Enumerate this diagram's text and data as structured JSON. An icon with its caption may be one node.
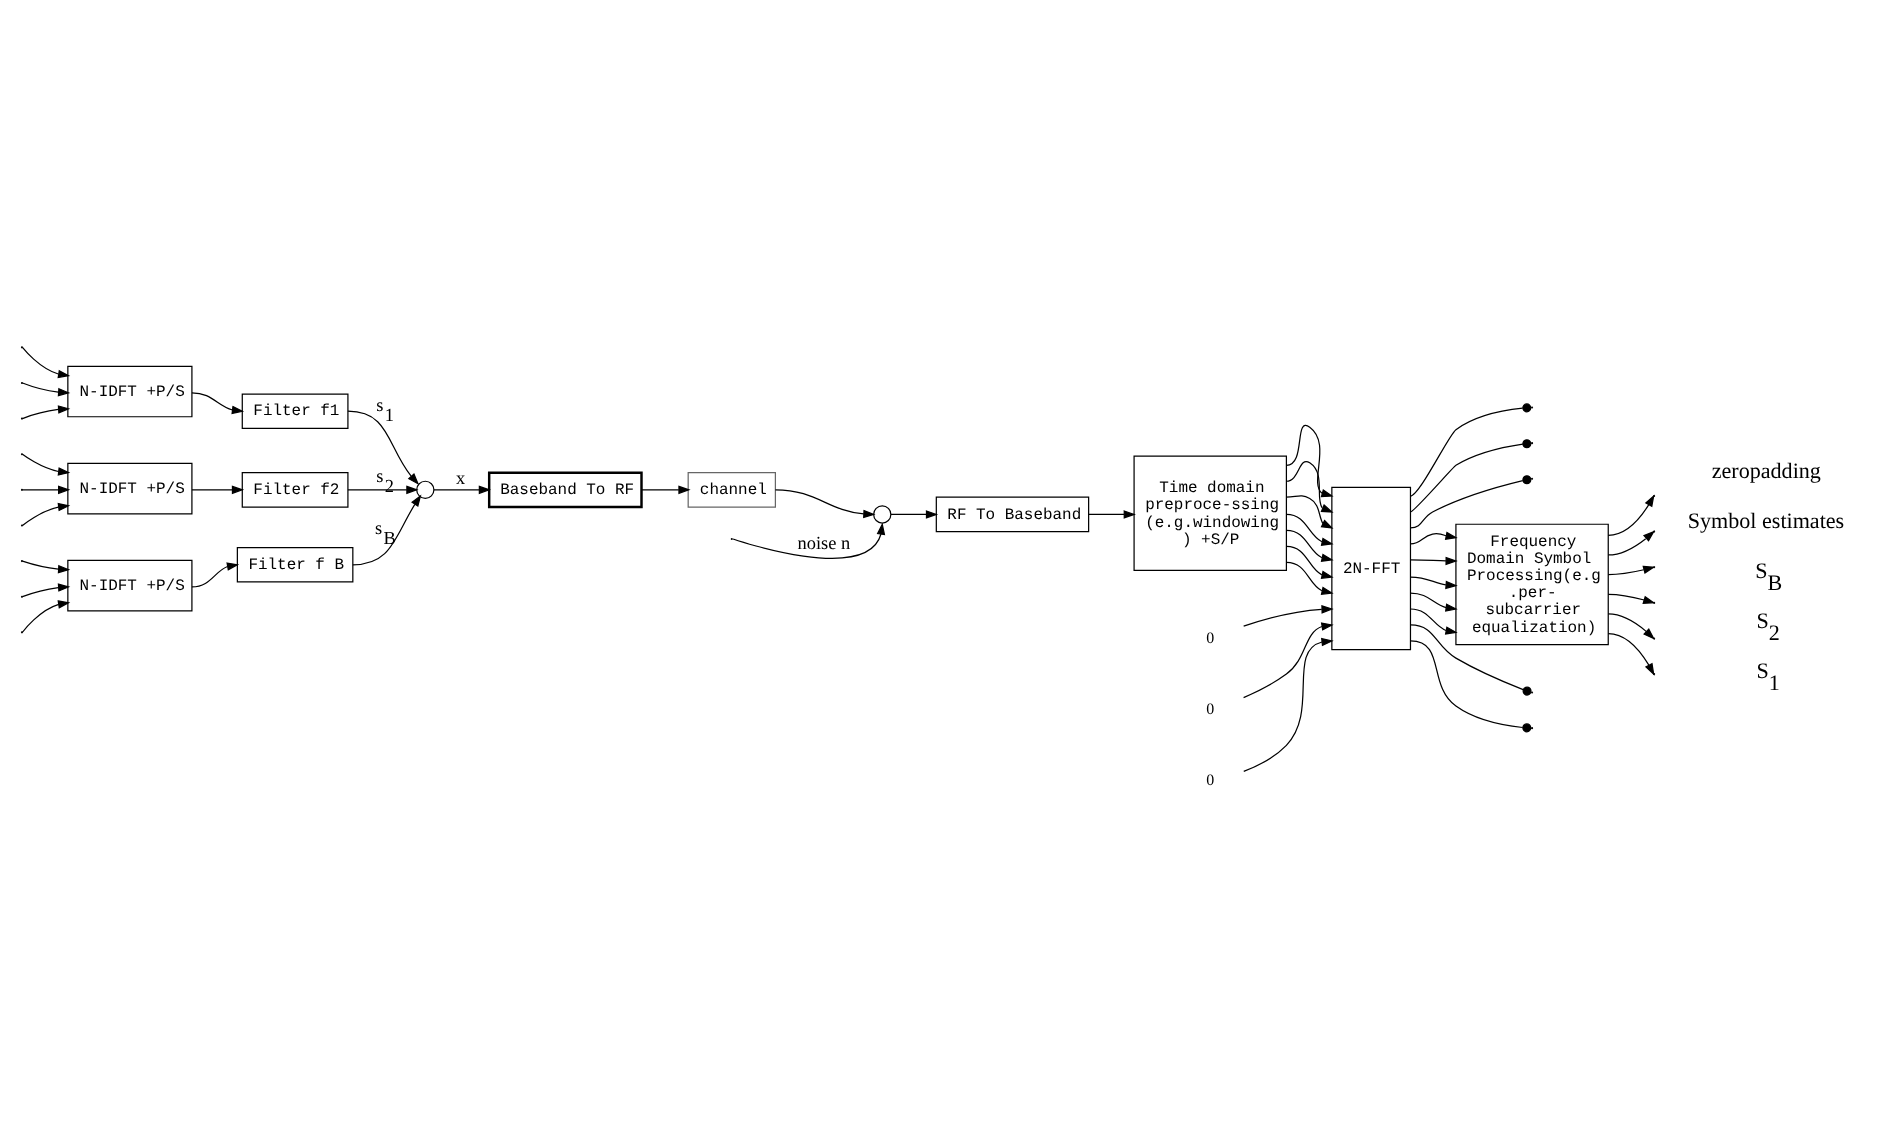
{
  "diagram": {
    "nodes": [
      {
        "text": [
          "N-IDFT +P/S"
        ]
      },
      {
        "text": [
          "N-IDFT +P/S"
        ]
      },
      {
        "text": [
          "N-IDFT +P/S"
        ]
      },
      {
        "text": [
          "Filter f1"
        ]
      },
      {
        "text": [
          "Filter f2"
        ]
      },
      {
        "text": [
          "Filter f B"
        ]
      },
      {
        "text": [],
        "shape": "circle"
      },
      {
        "text": [
          "Baseband To RF"
        ]
      },
      {
        "text": [
          "channel"
        ]
      },
      {
        "text": [],
        "shape": "circle"
      },
      {
        "text": [
          "RF To Baseband"
        ]
      },
      {
        "text": [
          "Time domain preproce-ssing(e.g.windowing) +S/P"
        ]
      },
      {
        "text": [
          "2N-FFT"
        ]
      },
      {
        "text": [
          "Frequency Domain Symbol Processing(e.g.per-subcarrier equalization)"
        ]
      },
      {
        "text": [
          "0"
        ]
      },
      {
        "text": [
          "0"
        ]
      },
      {
        "text": [
          "0"
        ]
      }
    ],
    "edges": [
      {
        "from": null,
        "to": 0,
        "arrow": "to"
      },
      {
        "from": null,
        "to": 0,
        "arrow": "to"
      },
      {
        "from": null,
        "to": 0,
        "arrow": "to"
      },
      {
        "from": null,
        "to": 1,
        "arrow": "to"
      },
      {
        "from": null,
        "to": 1,
        "arrow": "to"
      },
      {
        "from": null,
        "to": 1,
        "arrow": "to"
      },
      {
        "from": null,
        "to": 2,
        "arrow": "to"
      },
      {
        "from": null,
        "to": 2,
        "arrow": "to"
      },
      {
        "from": null,
        "to": 2,
        "arrow": "to"
      },
      {
        "from": 0,
        "to": 3,
        "arrow": "to"
      },
      {
        "from": 1,
        "to": 4,
        "arrow": "to"
      },
      {
        "from": 2,
        "to": 5,
        "arrow": "to"
      },
      {
        "from": 3,
        "to": 6,
        "arrow": "to",
        "label": "s$_{1}$"
      },
      {
        "from": 4,
        "to": 6,
        "arrow": "to",
        "label": "s$_{2}$"
      },
      {
        "from": 5,
        "to": 6,
        "arrow": "to",
        "label": "s$_{B}$"
      },
      {
        "from": 6,
        "to": 7,
        "arrow": "to",
        "label": "x"
      },
      {
        "from": 7,
        "to": 8,
        "arrow": "to"
      },
      {
        "from": 8,
        "to": 9,
        "arrow": "to"
      },
      {
        "from": null,
        "to": 9,
        "arrow": "to",
        "label": "noise n"
      },
      {
        "from": 9,
        "to": 10,
        "arrow": "to"
      },
      {
        "from": 10,
        "to": 11,
        "arrow": "to"
      },
      {
        "from": 11,
        "to": 12,
        "arrow": "to"
      },
      {
        "from": 11,
        "to": 12,
        "arrow": "to"
      },
      {
        "from": 11,
        "to": 12,
        "arrow": "to"
      },
      {
        "from": 11,
        "to": 12,
        "arrow": "to"
      },
      {
        "from": 11,
        "to": 12,
        "arrow": "to"
      },
      {
        "from": 11,
        "to": 12,
        "arrow": "to"
      },
      {
        "from": 11,
        "to": 12,
        "arrow": "to"
      },
      {
        "from": 14,
        "to": 12,
        "arrow": "to"
      },
      {
        "from": 15,
        "to": 12,
        "arrow": "to"
      },
      {
        "from": 16,
        "to": 12,
        "arrow": "to"
      },
      {
        "from": 12,
        "to": 13,
        "arrow": "to"
      },
      {
        "from": 12,
        "to": null,
        "arrow": "other"
      },
      {
        "from": 12,
        "to": 13,
        "arrow": "to"
      },
      {
        "from": 12,
        "to": null,
        "arrow": "other"
      },
      {
        "from": 12,
        "to": 13,
        "arrow": "to"
      },
      {
        "from": 12,
        "to": null,
        "arrow": "other"
      },
      {
        "from": 12,
        "to": 13,
        "arrow": "to"
      },
      {
        "from": 12,
        "to": null,
        "arrow": "other"
      },
      {
        "from": 12,
        "to": 13,
        "arrow": "to"
      },
      {
        "from": 12,
        "to": null,
        "arrow": "other"
      },
      {
        "from": 13,
        "to": null,
        "arrow": "to"
      },
      {
        "from": 13,
        "to": null,
        "arrow": "to"
      },
      {
        "from": 13,
        "to": null,
        "arrow": "to"
      },
      {
        "from": 13,
        "to": null,
        "arrow": "to"
      },
      {
        "from": 13,
        "to": null,
        "arrow": "to"
      },
      {
        "from": 13,
        "to": null,
        "arrow": "to"
      }
    ],
    "labels": [
      "S$_{1}$",
      "S$_{2}$",
      "S$_{B}$",
      "Symbol estimates",
      "zeropadding"
    ]
  }
}
